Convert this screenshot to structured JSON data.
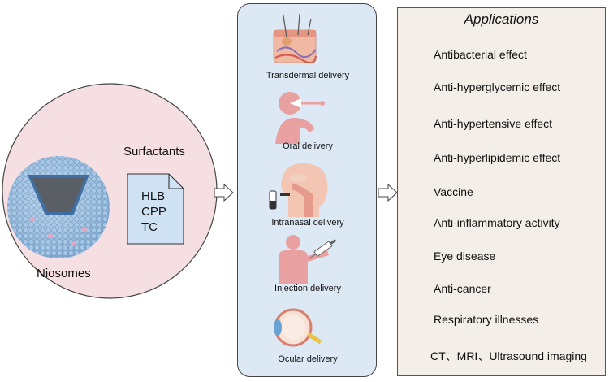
{
  "niosome": {
    "label": "Niosomes",
    "surfactants_label": "Surfactants",
    "surfactant_items": [
      "HLB",
      "CPP",
      "TC"
    ]
  },
  "delivery_routes": [
    {
      "label": "Transdermal delivery",
      "icon": "skin-icon"
    },
    {
      "label": "Oral delivery",
      "icon": "oral-icon"
    },
    {
      "label": "Intranasal delivery",
      "icon": "nasal-icon"
    },
    {
      "label": "Injection delivery",
      "icon": "injection-icon"
    },
    {
      "label": "Ocular delivery",
      "icon": "eye-icon"
    }
  ],
  "applications": {
    "title": "Applications",
    "items": [
      "Antibacterial effect",
      "Anti-hyperglycemic effect",
      "Anti-hypertensive effect",
      "Anti-hyperlipidemic effect",
      "Vaccine",
      "Anti-inflammatory activity",
      "Eye disease",
      "Anti-cancer",
      "Respiratory illnesses",
      "CT、MRI、Ultrasound imaging"
    ]
  },
  "colors": {
    "circle_fill": "#f6dfe2",
    "middle_panel_fill": "#dce8f4",
    "right_panel_fill": "#f3eee8",
    "document_fill": "#cfe2f3",
    "vesicle_blue": "#8fb6d8",
    "body_pink": "#e8a0a0"
  }
}
